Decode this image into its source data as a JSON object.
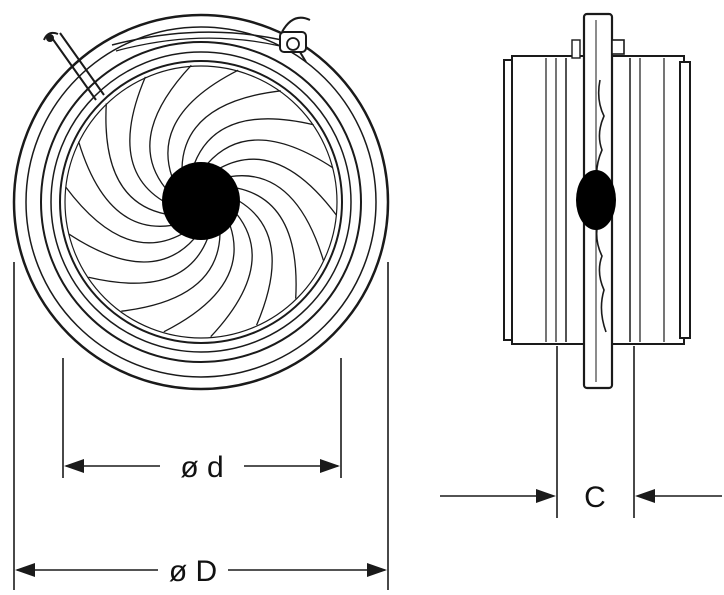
{
  "diagram": {
    "colors": {
      "stroke": "#1a1a1a",
      "fill_light": "#ffffff",
      "fill_shade": "#e6e6e6",
      "hub": "#000000"
    },
    "labels": {
      "inner_diameter": "ø d",
      "outer_diameter": "ø D",
      "depth": "C"
    },
    "blade_count": 18
  }
}
